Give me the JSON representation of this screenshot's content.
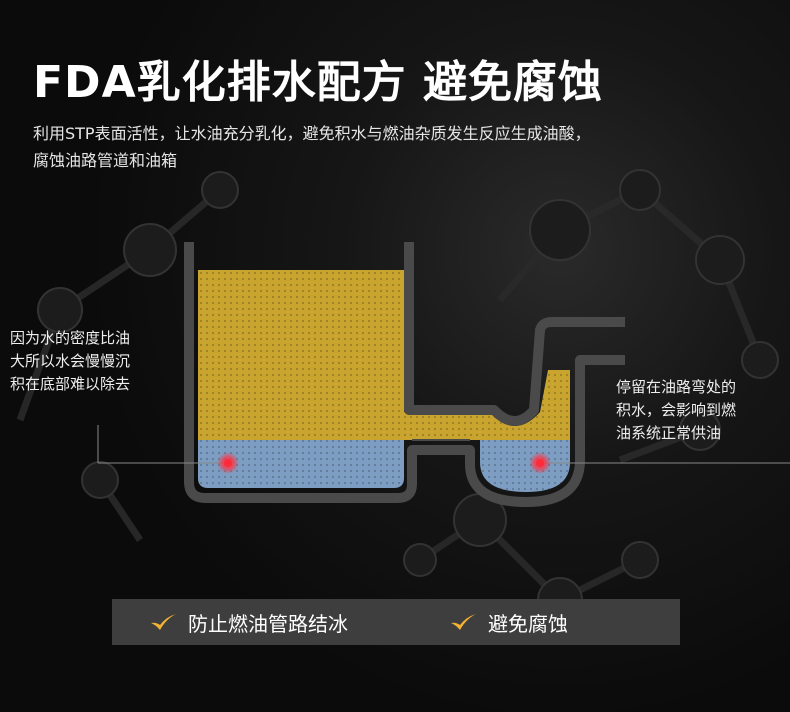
{
  "headline": "FDA乳化排水配方 避免腐蚀",
  "description_line1": "利用STP表面活性，让水油充分乳化，避免积水与燃油杂质发生反应生成油酸，",
  "description_line2": "腐蚀油路管道和油箱",
  "notes": {
    "left_line1": "因为水的密度比油",
    "left_line2": "大所以水会慢慢沉",
    "left_line3": "积在底部难以除去",
    "right_line1": "停留在油路弯处的",
    "right_line2": "积水，会影响到燃",
    "right_line3": "油系统正常供油"
  },
  "features": [
    {
      "label": "防止燃油管路结冰",
      "icon": "check-icon"
    },
    {
      "label": "避免腐蚀",
      "icon": "check-icon"
    }
  ],
  "colors": {
    "fuel": "#c9a42e",
    "water": "#7d9ec2",
    "pipe": "#444444",
    "marker": "#ff2a3a",
    "check": "#f2b234"
  }
}
